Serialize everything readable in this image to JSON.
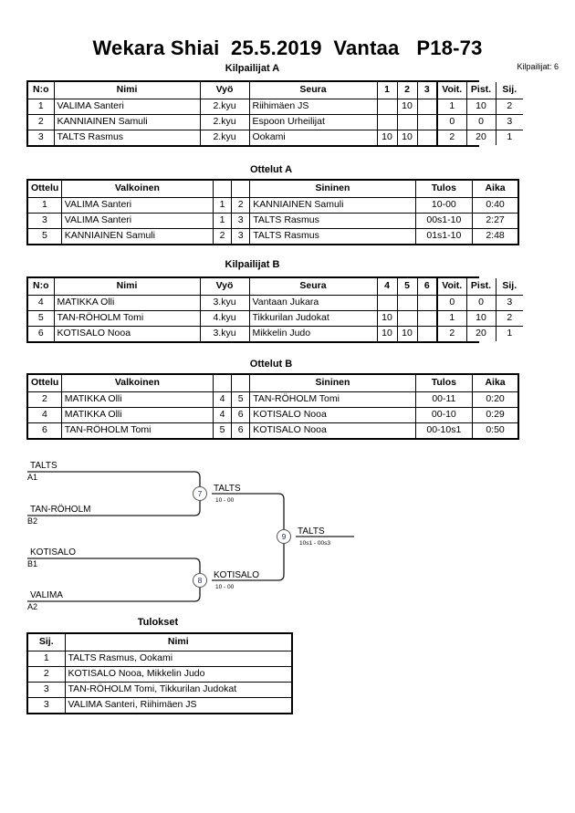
{
  "header": {
    "title": "Wekara Shiai  25.5.2019  Vantaa   P18-73",
    "entrants_label": "Kilpailijat: 6"
  },
  "pool_a": {
    "caption": "Kilpailijat A",
    "columns": [
      "N:o",
      "Nimi",
      "Vyö",
      "Seura",
      "1",
      "2",
      "3",
      "Voit.",
      "Pist.",
      "Sij."
    ],
    "rows": [
      {
        "no": "1",
        "name": "VALIMA Santeri",
        "belt": "2.kyu",
        "club": "Riihimäen JS",
        "m1": "",
        "m2": "10",
        "m3": "",
        "wins": "1",
        "points": "10",
        "rank": "2"
      },
      {
        "no": "2",
        "name": "KANNIAINEN Samuli",
        "belt": "2.kyu",
        "club": "Espoon Urheilijat",
        "m1": "",
        "m2": "",
        "m3": "",
        "wins": "0",
        "points": "0",
        "rank": "3"
      },
      {
        "no": "3",
        "name": "TALTS Rasmus",
        "belt": "2.kyu",
        "club": "Ookami",
        "m1": "10",
        "m2": "10",
        "m3": "",
        "wins": "2",
        "points": "20",
        "rank": "1"
      }
    ]
  },
  "matches_a": {
    "caption": "Ottelut A",
    "columns": [
      "Ottelu",
      "Valkoinen",
      "",
      "",
      "Sininen",
      "Tulos",
      "Aika"
    ],
    "rows": [
      {
        "match": "1",
        "white": "VALIMA Santeri",
        "wno": "1",
        "bno": "2",
        "blue": "KANNIAINEN Samuli",
        "result": "10-00",
        "time": "0:40"
      },
      {
        "match": "3",
        "white": "VALIMA Santeri",
        "wno": "1",
        "bno": "3",
        "blue": "TALTS Rasmus",
        "result": "00s1-10",
        "time": "2:27"
      },
      {
        "match": "5",
        "white": "KANNIAINEN Samuli",
        "wno": "2",
        "bno": "3",
        "blue": "TALTS Rasmus",
        "result": "01s1-10",
        "time": "2:48"
      }
    ]
  },
  "pool_b": {
    "caption": "Kilpailijat B",
    "columns": [
      "N:o",
      "Nimi",
      "Vyö",
      "Seura",
      "4",
      "5",
      "6",
      "Voit.",
      "Pist.",
      "Sij."
    ],
    "rows": [
      {
        "no": "4",
        "name": "MATIKKA Olli",
        "belt": "3.kyu",
        "club": "Vantaan Jukara",
        "m1": "",
        "m2": "",
        "m3": "",
        "wins": "0",
        "points": "0",
        "rank": "3"
      },
      {
        "no": "5",
        "name": "TAN-RÖHOLM Tomi",
        "belt": "4.kyu",
        "club": "Tikkurilan Judokat",
        "m1": "10",
        "m2": "",
        "m3": "",
        "wins": "1",
        "points": "10",
        "rank": "2"
      },
      {
        "no": "6",
        "name": "KOTISALO Nooa",
        "belt": "3.kyu",
        "club": "Mikkelin Judo",
        "m1": "10",
        "m2": "10",
        "m3": "",
        "wins": "2",
        "points": "20",
        "rank": "1"
      }
    ]
  },
  "matches_b": {
    "caption": "Ottelut B",
    "columns": [
      "Ottelu",
      "Valkoinen",
      "",
      "",
      "Sininen",
      "Tulos",
      "Aika"
    ],
    "rows": [
      {
        "match": "2",
        "white": "MATIKKA Olli",
        "wno": "4",
        "bno": "5",
        "blue": "TAN-RÖHOLM Tomi",
        "result": "00-11",
        "time": "0:20"
      },
      {
        "match": "4",
        "white": "MATIKKA Olli",
        "wno": "4",
        "bno": "6",
        "blue": "KOTISALO Nooa",
        "result": "00-10",
        "time": "0:29"
      },
      {
        "match": "6",
        "white": "TAN-RÖHOLM Tomi",
        "wno": "5",
        "bno": "6",
        "blue": "KOTISALO Nooa",
        "result": "00-10s1",
        "time": "0:50"
      }
    ]
  },
  "bracket": {
    "entries": [
      {
        "name": "TALTS",
        "seed": "A1"
      },
      {
        "name": "TAN-RÖHOLM",
        "seed": "B2"
      },
      {
        "name": "KOTISALO",
        "seed": "B1"
      },
      {
        "name": "VALIMA",
        "seed": "A2"
      }
    ],
    "nodes": [
      {
        "number": "7",
        "winner": "TALTS",
        "score": "10 - 00"
      },
      {
        "number": "8",
        "winner": "KOTISALO",
        "score": "10 - 00"
      },
      {
        "number": "9",
        "winner": "TALTS",
        "score": "10s1 - 00s3"
      }
    ]
  },
  "results": {
    "caption": "Tulokset",
    "columns": [
      "Sij.",
      "Nimi"
    ],
    "rows": [
      {
        "rank": "1",
        "name": "TALTS Rasmus, Ookami"
      },
      {
        "rank": "2",
        "name": "KOTISALO Nooa, Mikkelin Judo"
      },
      {
        "rank": "3",
        "name": "TAN-RÖHOLM Tomi, Tikkurilan Judokat"
      },
      {
        "rank": "3",
        "name": "VALIMA Santeri, Riihimäen JS"
      }
    ]
  }
}
